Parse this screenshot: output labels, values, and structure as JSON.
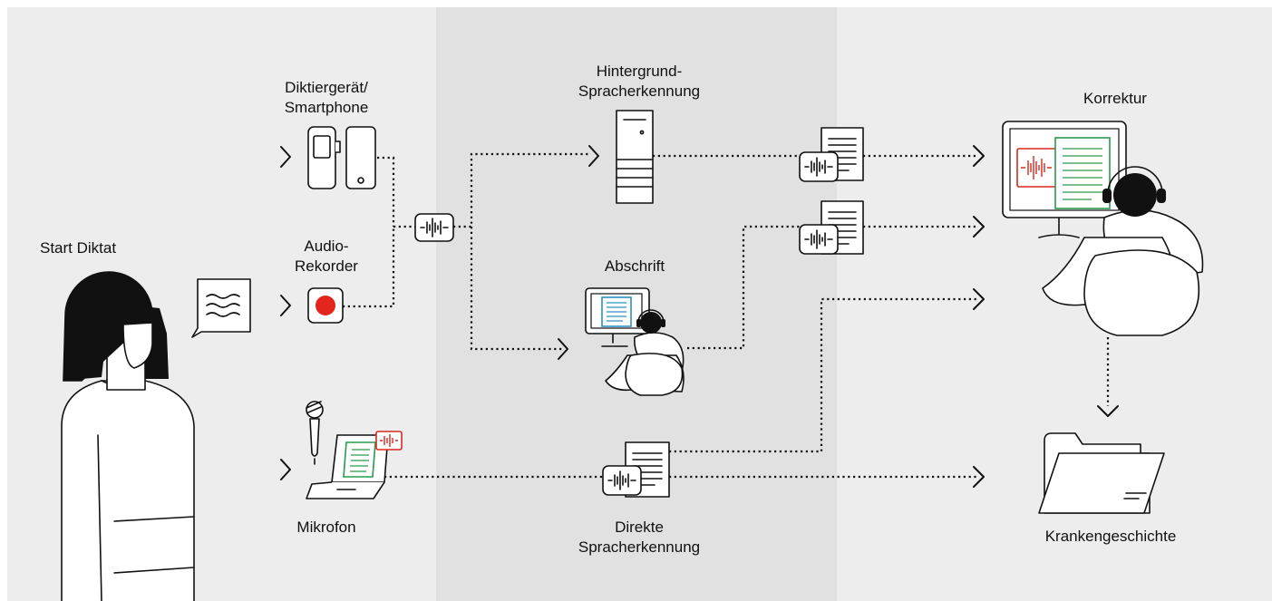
{
  "labels": {
    "start": "Start Diktat",
    "dictation_device": [
      "Diktiergerät/",
      "Smartphone"
    ],
    "audio_recorder": [
      "Audio-",
      "Rekorder"
    ],
    "microphone": "Mikrofon",
    "background_recognition": [
      "Hintergrund-",
      "Spracherkennung"
    ],
    "transcription": "Abschrift",
    "direct_recognition": [
      "Direkte",
      "Spracherkennung"
    ],
    "correction": "Korrektur",
    "medical_record": "Krankengeschichte"
  },
  "colors": {
    "record_red": "#e3261d",
    "audio_red": "#d9281f",
    "text_green": "#2a9b4c",
    "text_blue": "#2d8fc8",
    "panel_light": "#ededed",
    "panel_mid": "#e1e1e1"
  }
}
